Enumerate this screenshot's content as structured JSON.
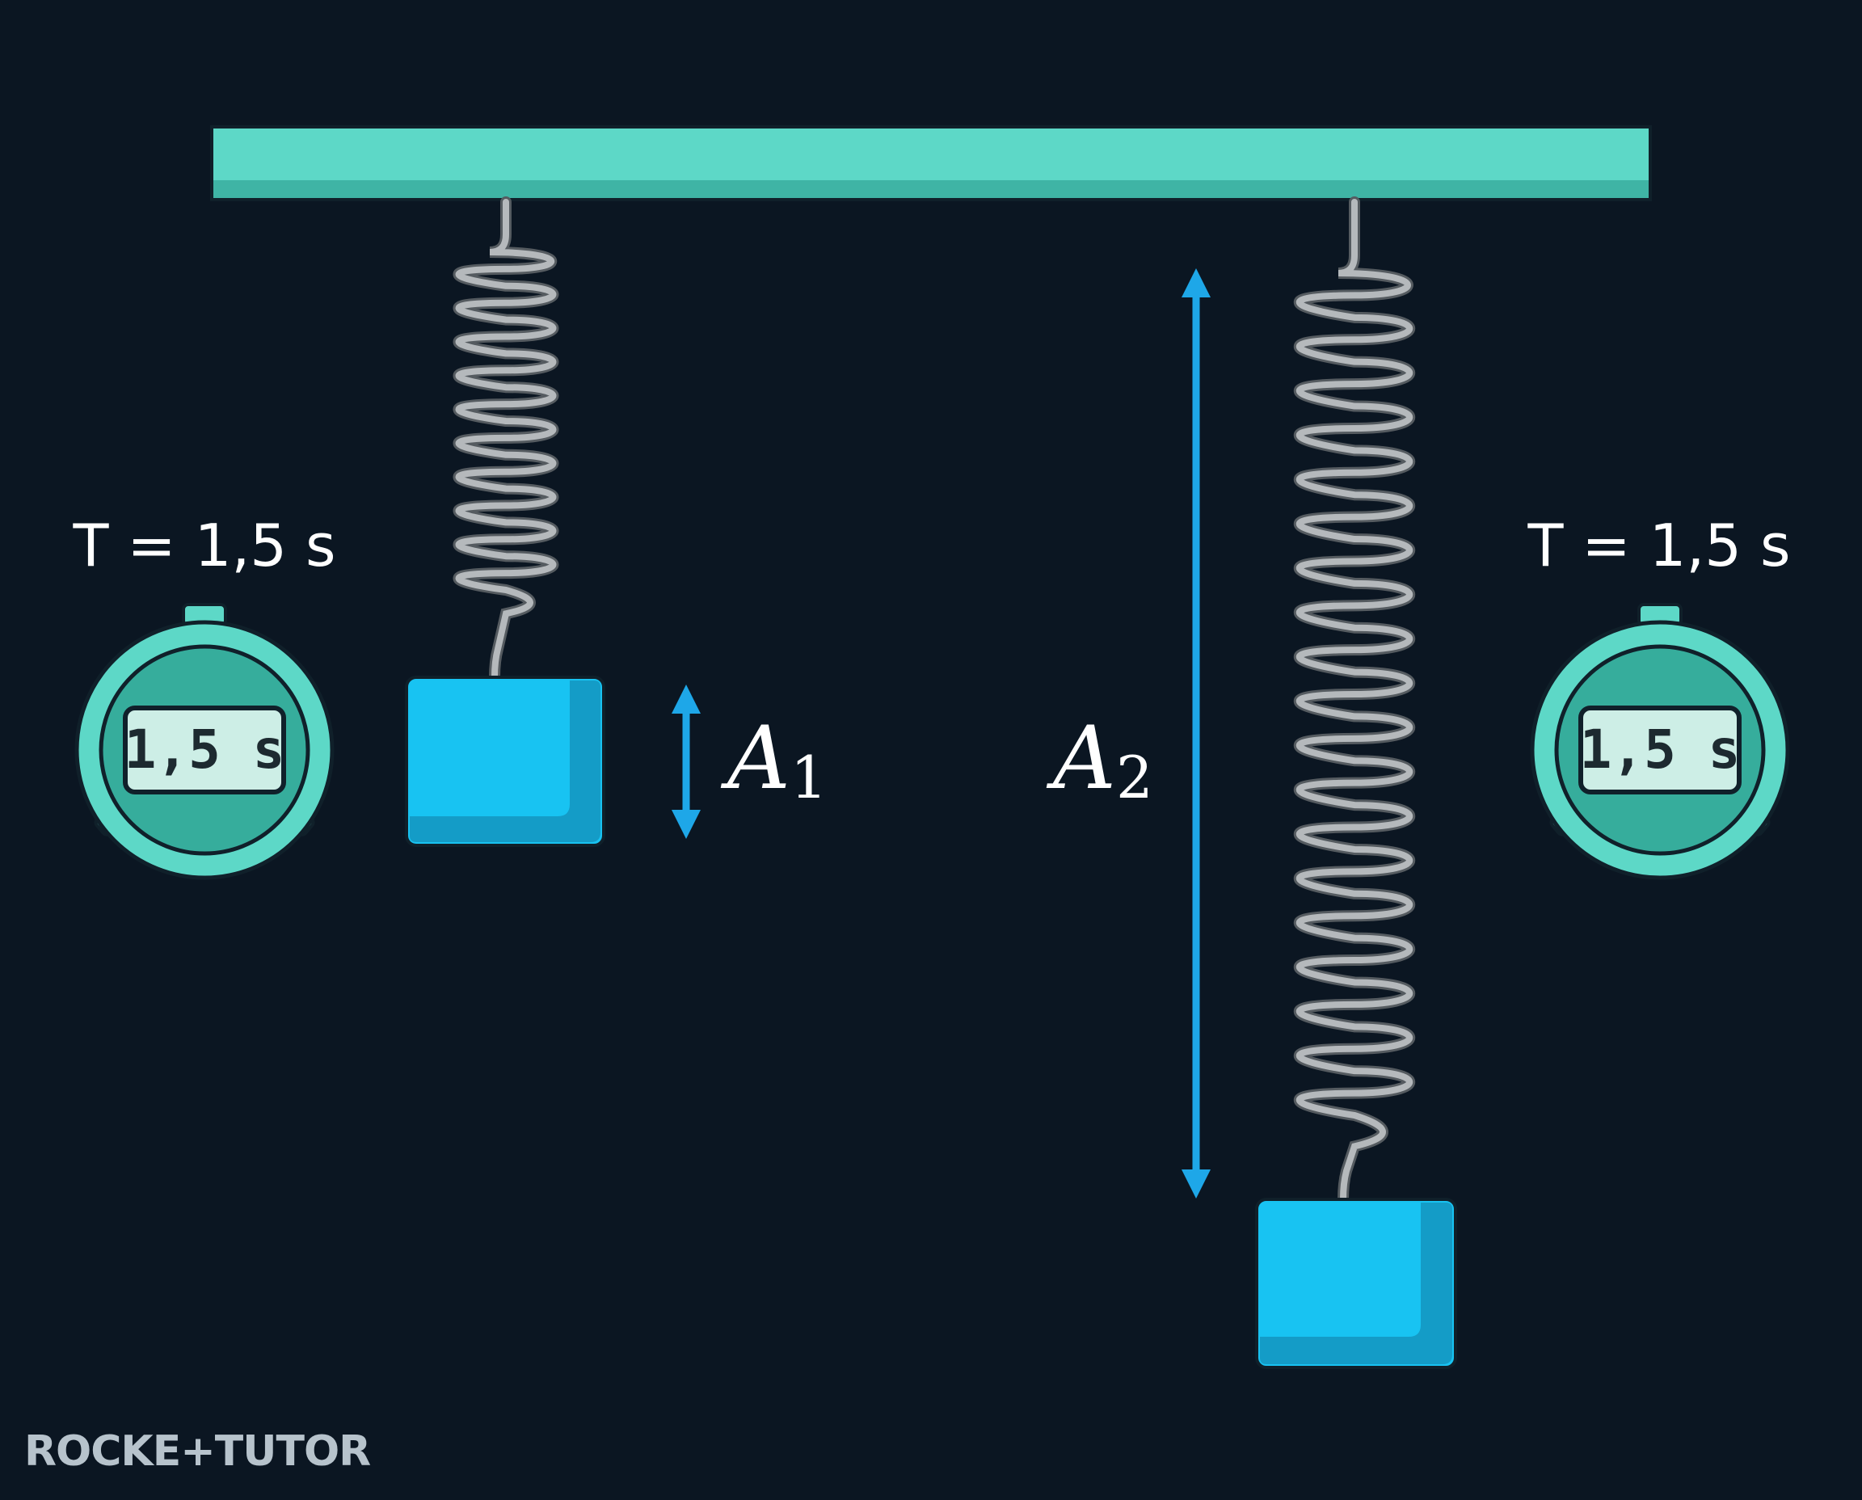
{
  "diagram": {
    "left_system": {
      "period_label": "T = 1,5 s",
      "stopwatch_display": "1,5 s",
      "amplitude_symbol": "A",
      "amplitude_subscript": "1"
    },
    "right_system": {
      "period_label": "T = 1,5 s",
      "stopwatch_display": "1,5 s",
      "amplitude_symbol": "A",
      "amplitude_subscript": "2"
    }
  },
  "branding": {
    "logo_text": "ROCKE+TUTOR"
  },
  "colors": {
    "background": "#0b1622",
    "support_bar": "#5dd8c7",
    "spring": "#b5b9bc",
    "mass_block": "#18c3f2",
    "arrow": "#1ea7e8",
    "stopwatch": "#5dd8c7",
    "text": "#ffffff"
  },
  "icons": [
    "stopwatch-icon",
    "double-arrow-icon"
  ]
}
